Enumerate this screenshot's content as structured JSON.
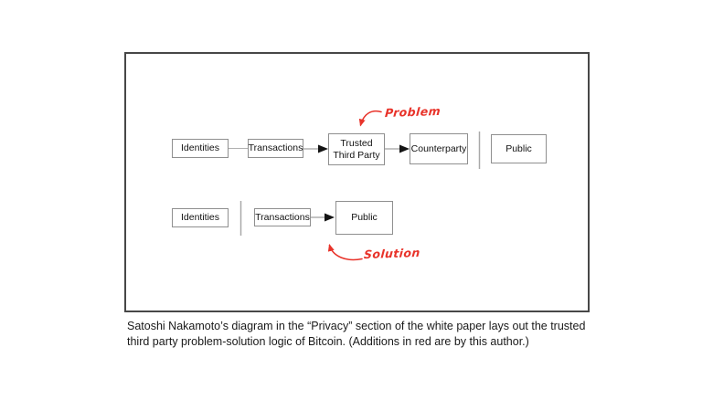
{
  "accent_red": "#e8332a",
  "diagram": {
    "row1": {
      "boxes": [
        {
          "label": "Identities"
        },
        {
          "label": "Transactions"
        },
        {
          "label": "Trusted Third Party"
        },
        {
          "label": "Counterparty"
        },
        {
          "label": "Public"
        }
      ]
    },
    "row2": {
      "boxes": [
        {
          "label": "Identities"
        },
        {
          "label": "Transactions"
        },
        {
          "label": "Public"
        }
      ]
    },
    "annotations": {
      "problem": "Problem",
      "solution": "Solution"
    }
  },
  "caption": {
    "line1": "Satoshi Nakamoto’s diagram in the “Privacy” section of the white paper lays out the trusted",
    "line2": "third party problem-solution logic of Bitcoin. (Additions in red are by this author.)"
  }
}
